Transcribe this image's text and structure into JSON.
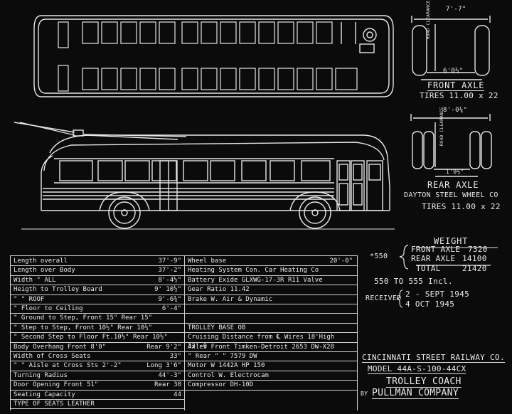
{
  "front_axle": {
    "overall_width": "7'-7\"",
    "road_clearance_label": "ROAD CLEARANCE",
    "track": "6'0½\"",
    "title": "FRONT AXLE",
    "tires": "TIRES 11.00 x 22"
  },
  "rear_axle": {
    "overall_width": "8'-0¼\"",
    "road_clearance_label": "ROAD CLEARANCE",
    "track": "1'0½\"",
    "title": "REAR AXLE",
    "maker": "DAYTON STEEL WHEEL CO",
    "tires": "TIRES 11.00 x 22"
  },
  "weight": {
    "title": "WEIGHT",
    "ref": "*550",
    "front_label": "FRONT AXLE",
    "front_value": "7320",
    "rear_label": "REAR AXLE",
    "rear_value": "14100",
    "total_label": "TOTAL",
    "total_value": "21420",
    "range_note": "550 TO 555 Incl.",
    "received_label": "RECEIVED",
    "received_1": "2 - SEPT 1945",
    "received_2": "4   OCT   1945"
  },
  "specs_left": [
    {
      "label": "Length overall",
      "value": "37'-9\""
    },
    {
      "label": "Length over Body",
      "value": "37'-2\""
    },
    {
      "label": "Width  \"  ALL",
      "value": "8'-4½\""
    },
    {
      "label": "Heigth to Trolley Board",
      "value": "9' 10½\""
    },
    {
      "label": "  \"     \"   ROOF",
      "value": "9'-6¾\""
    },
    {
      "label": "  \"  Floor to Ceiling",
      "value": "6'-4\""
    },
    {
      "label": "  \"  Ground to Step, Front  15\"   Rear  15\"",
      "value": ""
    },
    {
      "label": "  \"  Step to Step, Front 10½\"   Rear  10½\"",
      "value": ""
    },
    {
      "label": "  \"  Second Step to Floor Ft.10½\"  Rear 10½\"",
      "value": ""
    },
    {
      "label": "Body Overhang  Front 8'0\"",
      "value": "Rear 9'2\""
    },
    {
      "label": "Width of Cross Seats",
      "value": "33\""
    },
    {
      "label": "  \"   \"  Aisle at Cross Sts 2'-2\"",
      "value": "Long 3'6\""
    },
    {
      "label": "Turning Radius",
      "value": "44'-3\""
    },
    {
      "label": "Door Opening Front  51\"",
      "value": "Rear  30"
    },
    {
      "label": "Seating Capacity",
      "value": "44"
    },
    {
      "label": "TYPE OF SEATS          LEATHER",
      "value": ""
    }
  ],
  "specs_right": [
    {
      "label": "Wheel base",
      "value": "20'-0\""
    },
    {
      "label": "Heating System  Con. Car Heating Co",
      "value": ""
    },
    {
      "label": "Battery  Exide  GLXWG-17-3R   R11 Valve",
      "value": ""
    },
    {
      "label": "Gear Ratio  11.42",
      "value": ""
    },
    {
      "label": "Brake  W. Air & Dynamic",
      "value": ""
    },
    {
      "label": "",
      "value": ""
    },
    {
      "label": "",
      "value": ""
    },
    {
      "label": "TROLLEY BASE    OB",
      "value": ""
    },
    {
      "label": "Cruising Distance from ℄ Wires 18'High  33'-0",
      "value": ""
    },
    {
      "label": "Axles Front  Timken-Detroit    2653 DW-X28",
      "value": ""
    },
    {
      "label": "   \"    Rear     \"      \"        7579 DW",
      "value": ""
    },
    {
      "label": "Motor  W 1442A     HP 150",
      "value": ""
    },
    {
      "label": "Control  W. Electrocam",
      "value": ""
    },
    {
      "label": "Compressor  DH-10D",
      "value": ""
    }
  ],
  "title_block": {
    "line1": "CINCINNATI STREET RAILWAY CO.",
    "line2": "MODEL 44A-S-100-44CX",
    "line3": "TROLLEY COACH",
    "line4_prefix": "BY",
    "line4": "PULLMAN COMPANY"
  }
}
